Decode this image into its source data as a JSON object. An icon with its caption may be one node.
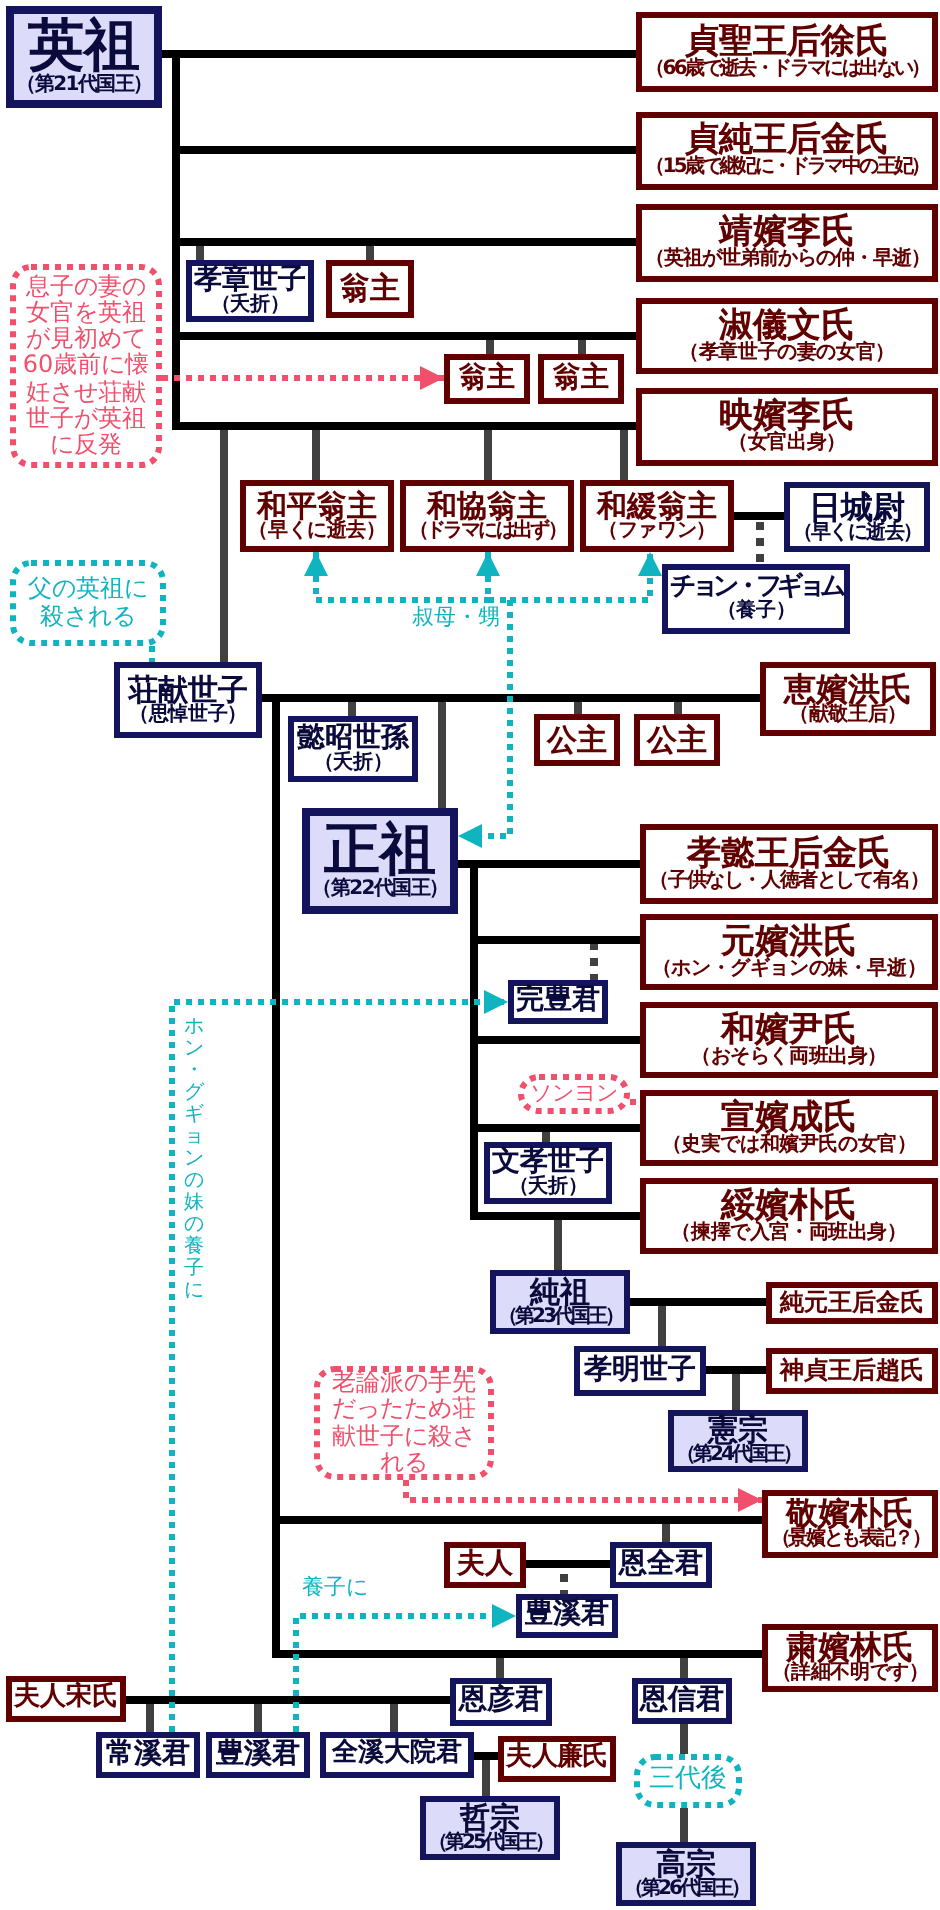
{
  "diagram": {
    "nodes": [
      {
        "text": [
          "英祖",
          "（第21代国王）"
        ]
      },
      {
        "text": [
          "貞聖王后徐氏",
          "（66歳で逝去・ドラマには出ない）"
        ]
      },
      {
        "text": [
          "貞純王后金氏",
          "（15歳で継妃に・ドラマ中の王妃）"
        ]
      },
      {
        "text": [
          "靖嬪李氏",
          "（英祖が世弟前からの仲・早逝）"
        ]
      },
      {
        "text": [
          "孝章世子",
          "（夭折）"
        ]
      },
      {
        "text": [
          "翁主"
        ]
      },
      {
        "text": [
          "息子の妻の女官を英祖が見初めて60歳前に懐妊させ荘献世子が英祖に反発"
        ]
      },
      {
        "text": [
          "淑儀文氏",
          "（孝章世子の妻の女官）"
        ]
      },
      {
        "text": [
          "翁主"
        ]
      },
      {
        "text": [
          "翁主"
        ]
      },
      {
        "text": [
          "映嬪李氏",
          "（女官出身）"
        ]
      },
      {
        "text": [
          "和平翁主",
          "（早くに逝去）"
        ]
      },
      {
        "text": [
          "和協翁主",
          "（ドラマには出ず）"
        ]
      },
      {
        "text": [
          "和緩翁主",
          "（ファワン）"
        ]
      },
      {
        "text": [
          "日城尉",
          "（早くに逝去）"
        ]
      },
      {
        "text": [
          "父の英祖に殺される"
        ]
      },
      {
        "text": [
          "チョン・フギョム",
          "（養子）"
        ]
      },
      {
        "text": [
          "荘献世子",
          "（思悼世子）"
        ]
      },
      {
        "text": [
          "恵嬪洪氏",
          "（献敬王后）"
        ]
      },
      {
        "text": [
          "懿昭世孫",
          "（夭折）"
        ]
      },
      {
        "text": [
          "公主"
        ]
      },
      {
        "text": [
          "公主"
        ]
      },
      {
        "text": [
          "正祖",
          "（第22代国王）"
        ]
      },
      {
        "text": [
          "孝懿王后金氏",
          "（子供なし・人徳者として有名）"
        ]
      },
      {
        "text": [
          "元嬪洪氏",
          "（ホン・グギョンの妹・早逝）"
        ]
      },
      {
        "text": [
          "完豊君"
        ]
      },
      {
        "text": [
          "和嬪尹氏",
          "（おそらく両班出身）"
        ]
      },
      {
        "text": [
          "ソンヨン"
        ]
      },
      {
        "text": [
          "宣嬪成氏",
          "（史実では和嬪尹氏の女官）"
        ]
      },
      {
        "text": [
          "文孝世子",
          "（夭折）"
        ]
      },
      {
        "text": [
          "綏嬪朴氏",
          "（揀擇で入宮・両班出身）"
        ]
      },
      {
        "text": [
          "純祖",
          "（第23代国王）"
        ]
      },
      {
        "text": [
          "純元王后金氏"
        ]
      },
      {
        "text": [
          "孝明世子"
        ]
      },
      {
        "text": [
          "神貞王后趙氏"
        ]
      },
      {
        "text": [
          "老論派の手先だったため荘献世子に殺される"
        ]
      },
      {
        "text": [
          "憲宗",
          "（第24代国王）"
        ]
      },
      {
        "text": [
          "敬嬪朴氏",
          "（景嬪とも表記？）"
        ]
      },
      {
        "text": [
          "夫人"
        ]
      },
      {
        "text": [
          "恩全君"
        ]
      },
      {
        "text": [
          "豊溪君"
        ]
      },
      {
        "text": [
          "粛嬪林氏",
          "（詳細不明です）"
        ]
      },
      {
        "text": [
          "夫人宋氏"
        ]
      },
      {
        "text": [
          "恩彦君"
        ]
      },
      {
        "text": [
          "恩信君"
        ]
      },
      {
        "text": [
          "常溪君"
        ]
      },
      {
        "text": [
          "豊溪君"
        ]
      },
      {
        "text": [
          "全溪大院君"
        ]
      },
      {
        "text": [
          "夫人廉氏"
        ]
      },
      {
        "text": [
          "三代後"
        ]
      },
      {
        "text": [
          "哲宗",
          "（第25代国王）"
        ]
      },
      {
        "text": [
          "高宗",
          "（第26代国王）"
        ]
      }
    ],
    "edges": [
      {
        "from": 0,
        "to": 1,
        "arrow": "none",
        "color": "#000000"
      },
      {
        "from": 0,
        "to": 2,
        "arrow": "none",
        "color": "#000000"
      },
      {
        "from": 0,
        "to": 3,
        "arrow": "none",
        "color": "#000000"
      },
      {
        "from": 0,
        "to": 7,
        "arrow": "none",
        "color": "#000000"
      },
      {
        "from": 0,
        "to": 10,
        "arrow": "none",
        "color": "#000000"
      },
      {
        "from": 13,
        "to": 14,
        "arrow": "none",
        "color": "#000000"
      },
      {
        "from": 17,
        "to": 18,
        "arrow": "none",
        "color": "#000000"
      },
      {
        "from": 22,
        "to": 23,
        "arrow": "none",
        "color": "#000000"
      },
      {
        "from": 22,
        "to": 24,
        "arrow": "none",
        "color": "#000000"
      },
      {
        "from": 22,
        "to": 26,
        "arrow": "none",
        "color": "#000000"
      },
      {
        "from": 22,
        "to": 28,
        "arrow": "none",
        "color": "#000000"
      },
      {
        "from": 22,
        "to": 30,
        "arrow": "none",
        "color": "#000000"
      },
      {
        "from": 31,
        "to": 32,
        "arrow": "none",
        "color": "#000000"
      },
      {
        "from": 33,
        "to": 34,
        "arrow": "none",
        "color": "#000000"
      },
      {
        "from": 17,
        "to": 37,
        "arrow": "none",
        "color": "#000000"
      },
      {
        "from": 39,
        "to": 38,
        "arrow": "none",
        "color": "#000000"
      },
      {
        "from": 17,
        "to": 41,
        "arrow": "none",
        "color": "#000000"
      },
      {
        "from": 43,
        "to": 42,
        "arrow": "none",
        "color": "#000000"
      },
      {
        "from": 47,
        "to": 48,
        "arrow": "none",
        "color": "#000000"
      },
      {
        "from": 3,
        "to": 4,
        "arrow": "none"
      },
      {
        "from": 3,
        "to": 5,
        "arrow": "none"
      },
      {
        "from": 7,
        "to": 8,
        "arrow": "none"
      },
      {
        "from": 7,
        "to": 9,
        "arrow": "none"
      },
      {
        "from": 10,
        "to": 17,
        "arrow": "none"
      },
      {
        "from": 10,
        "to": 11,
        "arrow": "none"
      },
      {
        "from": 10,
        "to": 12,
        "arrow": "none"
      },
      {
        "from": 10,
        "to": 13,
        "arrow": "none"
      },
      {
        "from": 13,
        "to": 16,
        "arrow": "none",
        "style": "dashed"
      },
      {
        "from": 18,
        "to": 19,
        "arrow": "none"
      },
      {
        "from": 18,
        "to": 22,
        "arrow": "none"
      },
      {
        "from": 18,
        "to": 20,
        "arrow": "none"
      },
      {
        "from": 18,
        "to": 21,
        "arrow": "none"
      },
      {
        "from": 24,
        "to": 25,
        "arrow": "none",
        "style": "dashed"
      },
      {
        "from": 28,
        "to": 29,
        "arrow": "none"
      },
      {
        "from": 30,
        "to": 31,
        "arrow": "none"
      },
      {
        "from": 32,
        "to": 33,
        "arrow": "none"
      },
      {
        "from": 34,
        "to": 36,
        "arrow": "none"
      },
      {
        "from": 37,
        "to": 39,
        "arrow": "none"
      },
      {
        "from": 38,
        "to": 40,
        "arrow": "none",
        "style": "dashed"
      },
      {
        "from": 41,
        "to": 43,
        "arrow": "none"
      },
      {
        "from": 41,
        "to": 44,
        "arrow": "none"
      },
      {
        "from": 42,
        "to": 45,
        "arrow": "none"
      },
      {
        "from": 42,
        "to": 46,
        "arrow": "none"
      },
      {
        "from": 42,
        "to": 47,
        "arrow": "none"
      },
      {
        "from": 48,
        "to": 50,
        "arrow": "none"
      },
      {
        "from": 44,
        "to": 49,
        "arrow": "none"
      },
      {
        "from": 49,
        "to": 51,
        "arrow": "none"
      },
      {
        "from": 6,
        "to": 8,
        "arrow": "to",
        "style": "dashed",
        "color": "#f0506c"
      },
      {
        "from": 15,
        "to": 17,
        "arrow": "none",
        "style": "dashed",
        "color": "#10b4c0"
      },
      {
        "from": 11,
        "to": 22,
        "arrow": "both",
        "label": "叔母・甥",
        "style": "dashed",
        "color": "#10b4c0"
      },
      {
        "from": 12,
        "to": 22,
        "arrow": "both",
        "style": "dashed",
        "color": "#10b4c0"
      },
      {
        "from": 13,
        "to": 22,
        "arrow": "both",
        "style": "dashed",
        "color": "#10b4c0"
      },
      {
        "from": 45,
        "to": 25,
        "arrow": "to",
        "label": "ホン・グギョンの妹の養子に",
        "style": "dashed",
        "color": "#10b4c0"
      },
      {
        "from": 27,
        "to": 28,
        "arrow": "none",
        "style": "dashed",
        "color": "#f0506c"
      },
      {
        "from": 35,
        "to": 37,
        "arrow": "to",
        "style": "dashed",
        "color": "#f0506c"
      },
      {
        "from": 46,
        "to": 40,
        "arrow": "to",
        "label": "養子に",
        "style": "dashed",
        "color": "#10b4c0"
      }
    ]
  }
}
